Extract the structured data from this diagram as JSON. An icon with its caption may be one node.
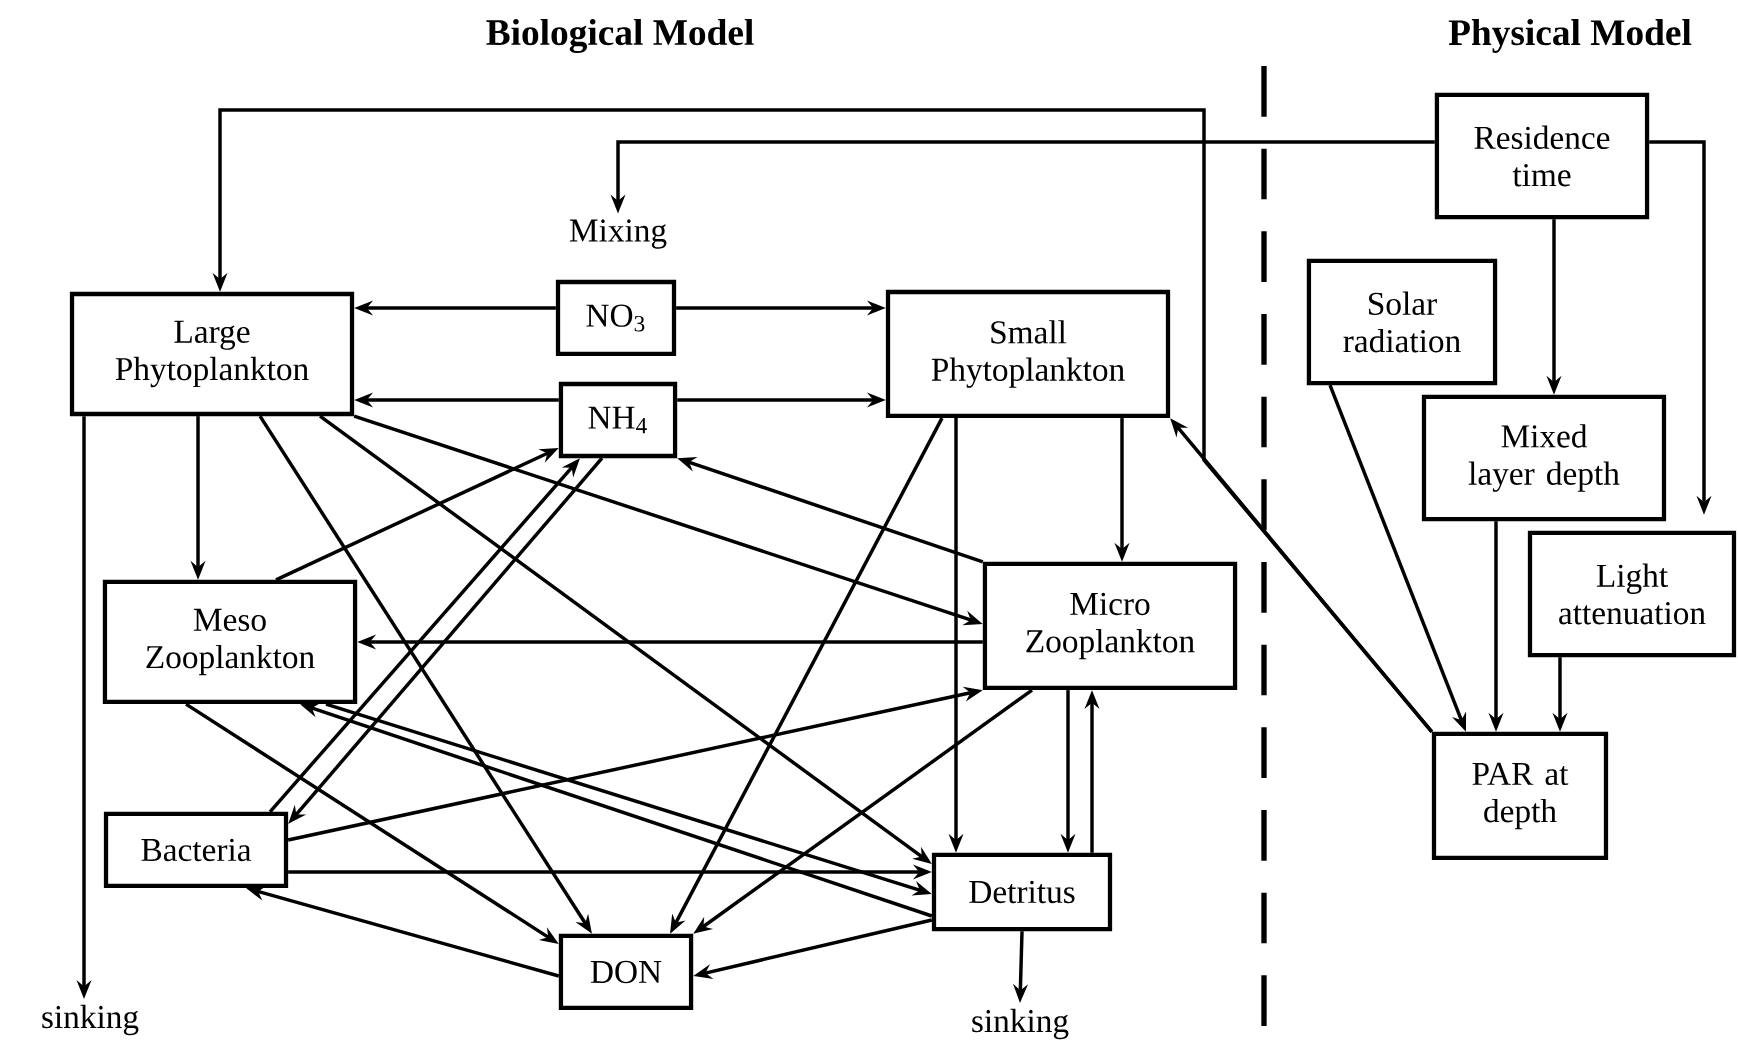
{
  "diagram": {
    "nodes": [
      {
        "text": [
          "Residence time"
        ]
      },
      {
        "text": [
          "Mixing"
        ]
      },
      {
        "text": [
          "NO$_{3}$"
        ]
      },
      {
        "text": [
          "NH$_{4}$"
        ]
      },
      {
        "text": [
          "Large Phytoplankton"
        ]
      },
      {
        "text": [
          "Small Phytoplankton"
        ]
      },
      {
        "text": [
          "Solar radiation"
        ]
      },
      {
        "text": [
          "Mixed layer depth"
        ]
      },
      {
        "text": [
          "Light attenuation"
        ]
      },
      {
        "text": [
          "Meso Zooplankton"
        ]
      },
      {
        "text": [
          "Micro Zooplankton"
        ]
      },
      {
        "text": [
          "PAR at depth"
        ]
      },
      {
        "text": [
          "Bacteria"
        ]
      },
      {
        "text": [
          "Detritus"
        ]
      },
      {
        "text": [
          "DON"
        ]
      },
      {
        "text": [
          "sinking"
        ]
      },
      {
        "text": [
          "sinking"
        ]
      }
    ],
    "edges": [
      {
        "from": 0,
        "to": 1,
        "arrow": "to"
      },
      {
        "from": 0,
        "to": 7,
        "arrow": "to"
      },
      {
        "from": 0,
        "to": 8,
        "arrow": "to"
      },
      {
        "from": 11,
        "to": 4,
        "arrow": "to"
      },
      {
        "from": 11,
        "to": 5,
        "arrow": "to"
      },
      {
        "from": 2,
        "to": 4,
        "arrow": "to"
      },
      {
        "from": 2,
        "to": 5,
        "arrow": "to"
      },
      {
        "from": 3,
        "to": 4,
        "arrow": "to"
      },
      {
        "from": 3,
        "to": 5,
        "arrow": "to"
      },
      {
        "from": 4,
        "to": 15,
        "arrow": "to"
      },
      {
        "from": 4,
        "to": 9,
        "arrow": "to"
      },
      {
        "from": 4,
        "to": 14,
        "arrow": "to"
      },
      {
        "from": 4,
        "to": 13,
        "arrow": "to"
      },
      {
        "from": 4,
        "to": 10,
        "arrow": "to"
      },
      {
        "from": 5,
        "to": 14,
        "arrow": "to"
      },
      {
        "from": 5,
        "to": 13,
        "arrow": "to"
      },
      {
        "from": 5,
        "to": 10,
        "arrow": "to"
      },
      {
        "from": 6,
        "to": 11,
        "arrow": "to"
      },
      {
        "from": 7,
        "to": 11,
        "arrow": "to"
      },
      {
        "from": 8,
        "to": 11,
        "arrow": "to"
      },
      {
        "from": 10,
        "to": 3,
        "arrow": "to"
      },
      {
        "from": 10,
        "to": 9,
        "arrow": "to"
      },
      {
        "from": 10,
        "to": 13,
        "arrow": "to"
      },
      {
        "from": 13,
        "to": 10,
        "arrow": "to"
      },
      {
        "from": 10,
        "to": 14,
        "arrow": "to"
      },
      {
        "from": 9,
        "to": 3,
        "arrow": "to"
      },
      {
        "from": 9,
        "to": 14,
        "arrow": "to"
      },
      {
        "from": 9,
        "to": 13,
        "arrow": "to"
      },
      {
        "from": 13,
        "to": 9,
        "arrow": "to"
      },
      {
        "from": 12,
        "to": 3,
        "arrow": "to"
      },
      {
        "from": 3,
        "to": 12,
        "arrow": "to"
      },
      {
        "from": 12,
        "to": 10,
        "arrow": "to"
      },
      {
        "from": 12,
        "to": 13,
        "arrow": "to"
      },
      {
        "from": 14,
        "to": 12,
        "arrow": "to"
      },
      {
        "from": 13,
        "to": 14,
        "arrow": "to"
      },
      {
        "from": 13,
        "to": 16,
        "arrow": "to"
      }
    ],
    "labels": [
      "Biological Model",
      "Physical Model"
    ]
  }
}
